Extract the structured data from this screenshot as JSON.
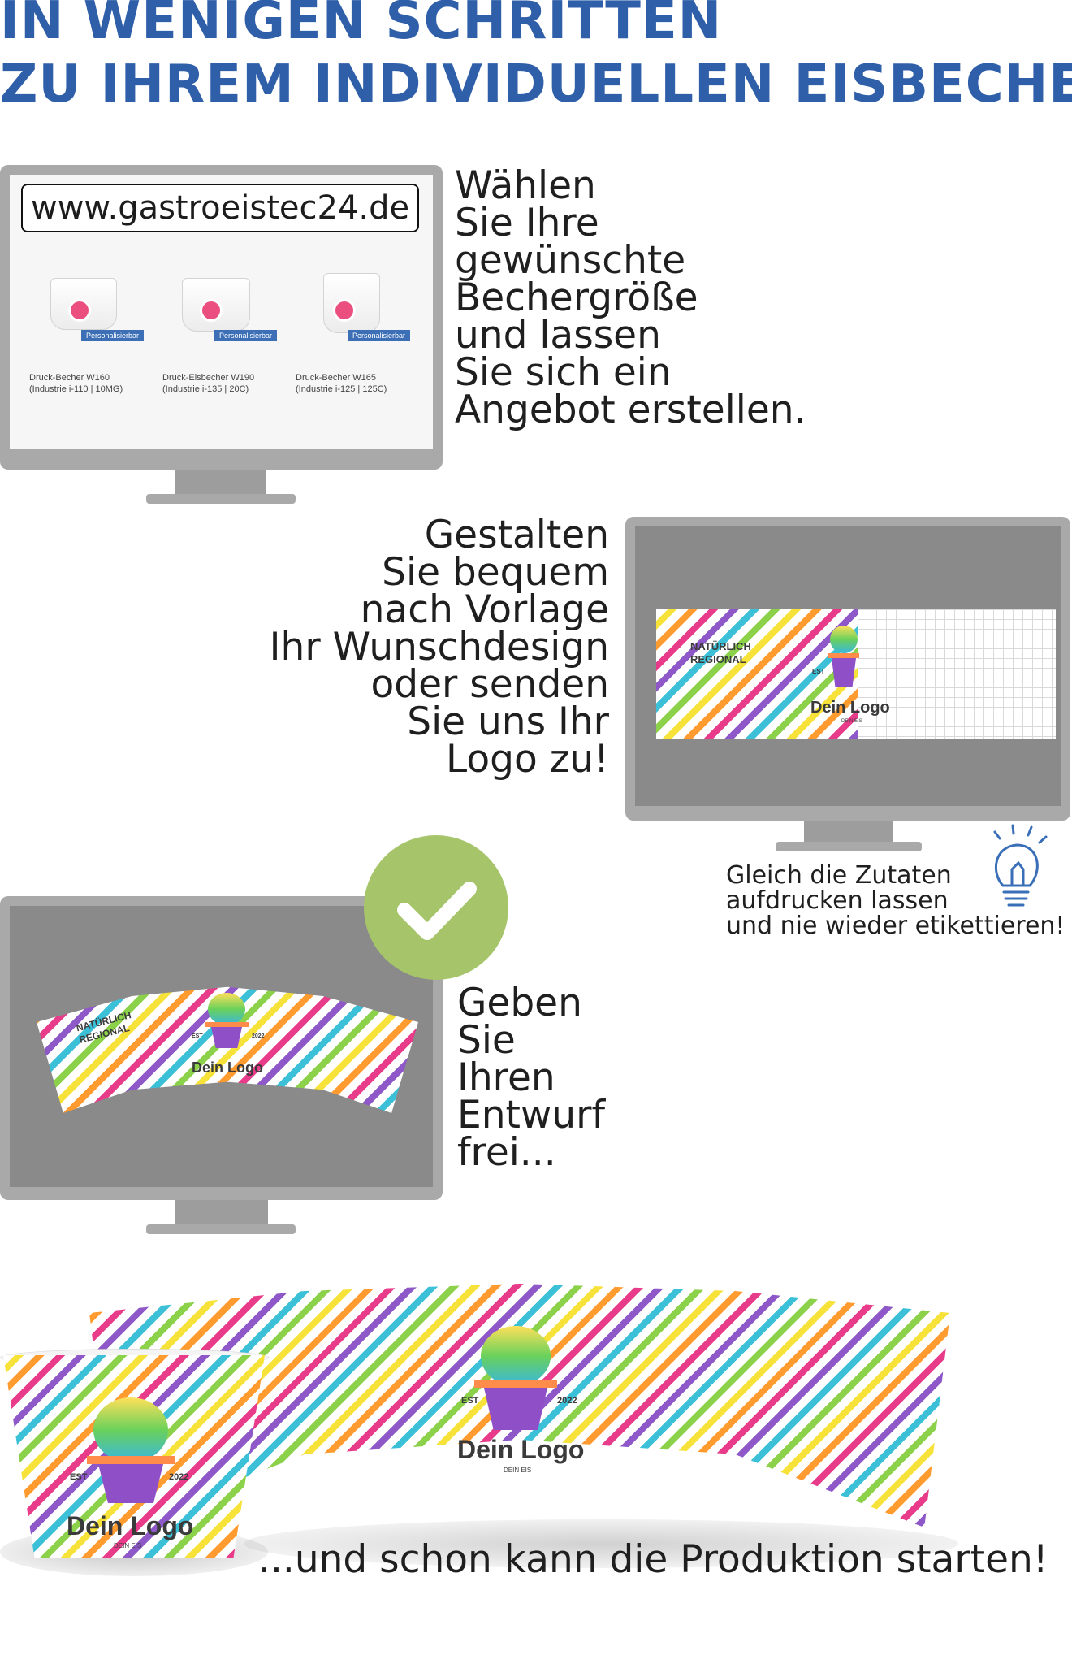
{
  "header": {
    "line1": "IN WENIGEN SCHRITTEN",
    "line2": "ZU IHREM INDIVIDUELLEN EISBECHER"
  },
  "step1": {
    "url": "www.gastroeistec24.de",
    "products": [
      {
        "badge": "Personalisierbar",
        "name": "Druck-Becher W160\n(Industrie i-110 | 10MG)"
      },
      {
        "badge": "Personalisierbar",
        "name": "Druck-Eisbecher W190\n(Industrie i-135 | 20C)"
      },
      {
        "badge": "Personalisierbar",
        "name": "Druck-Becher W165\n(Industrie i-125 | 125C)"
      }
    ],
    "text": "Wählen\nSie Ihre\ngewünschte\nBechergröße\nund lassen\nSie sich ein\nAngebot erstellen."
  },
  "step2": {
    "text": "Gestalten\nSie bequem\nnach Vorlage\nIhr Wunschdesign\noder senden\nSie uns Ihr\nLogo zu!",
    "tip": "Gleich die Zutaten\naufdrucken lassen\nund nie wieder etikettieren!"
  },
  "step3": {
    "text": "Geben\nSie\nIhren\nEntwurf\nfrei..."
  },
  "design": {
    "badge_text": "NATÜRLICH\nREGIONAL",
    "est": "EST",
    "year": "2022",
    "logo": "Dein Logo",
    "sub": "DEIN EIS"
  },
  "final": {
    "text": "...und schon kann die Produktion starten!"
  },
  "colors": {
    "title_blue": "#2f5fa8",
    "monitor_grey": "#a9a9a9",
    "check_green": "#a6c56b",
    "bulb_blue": "#3a6fb8"
  },
  "icons": {
    "check": "checkmark-icon",
    "bulb": "lightbulb-icon"
  }
}
